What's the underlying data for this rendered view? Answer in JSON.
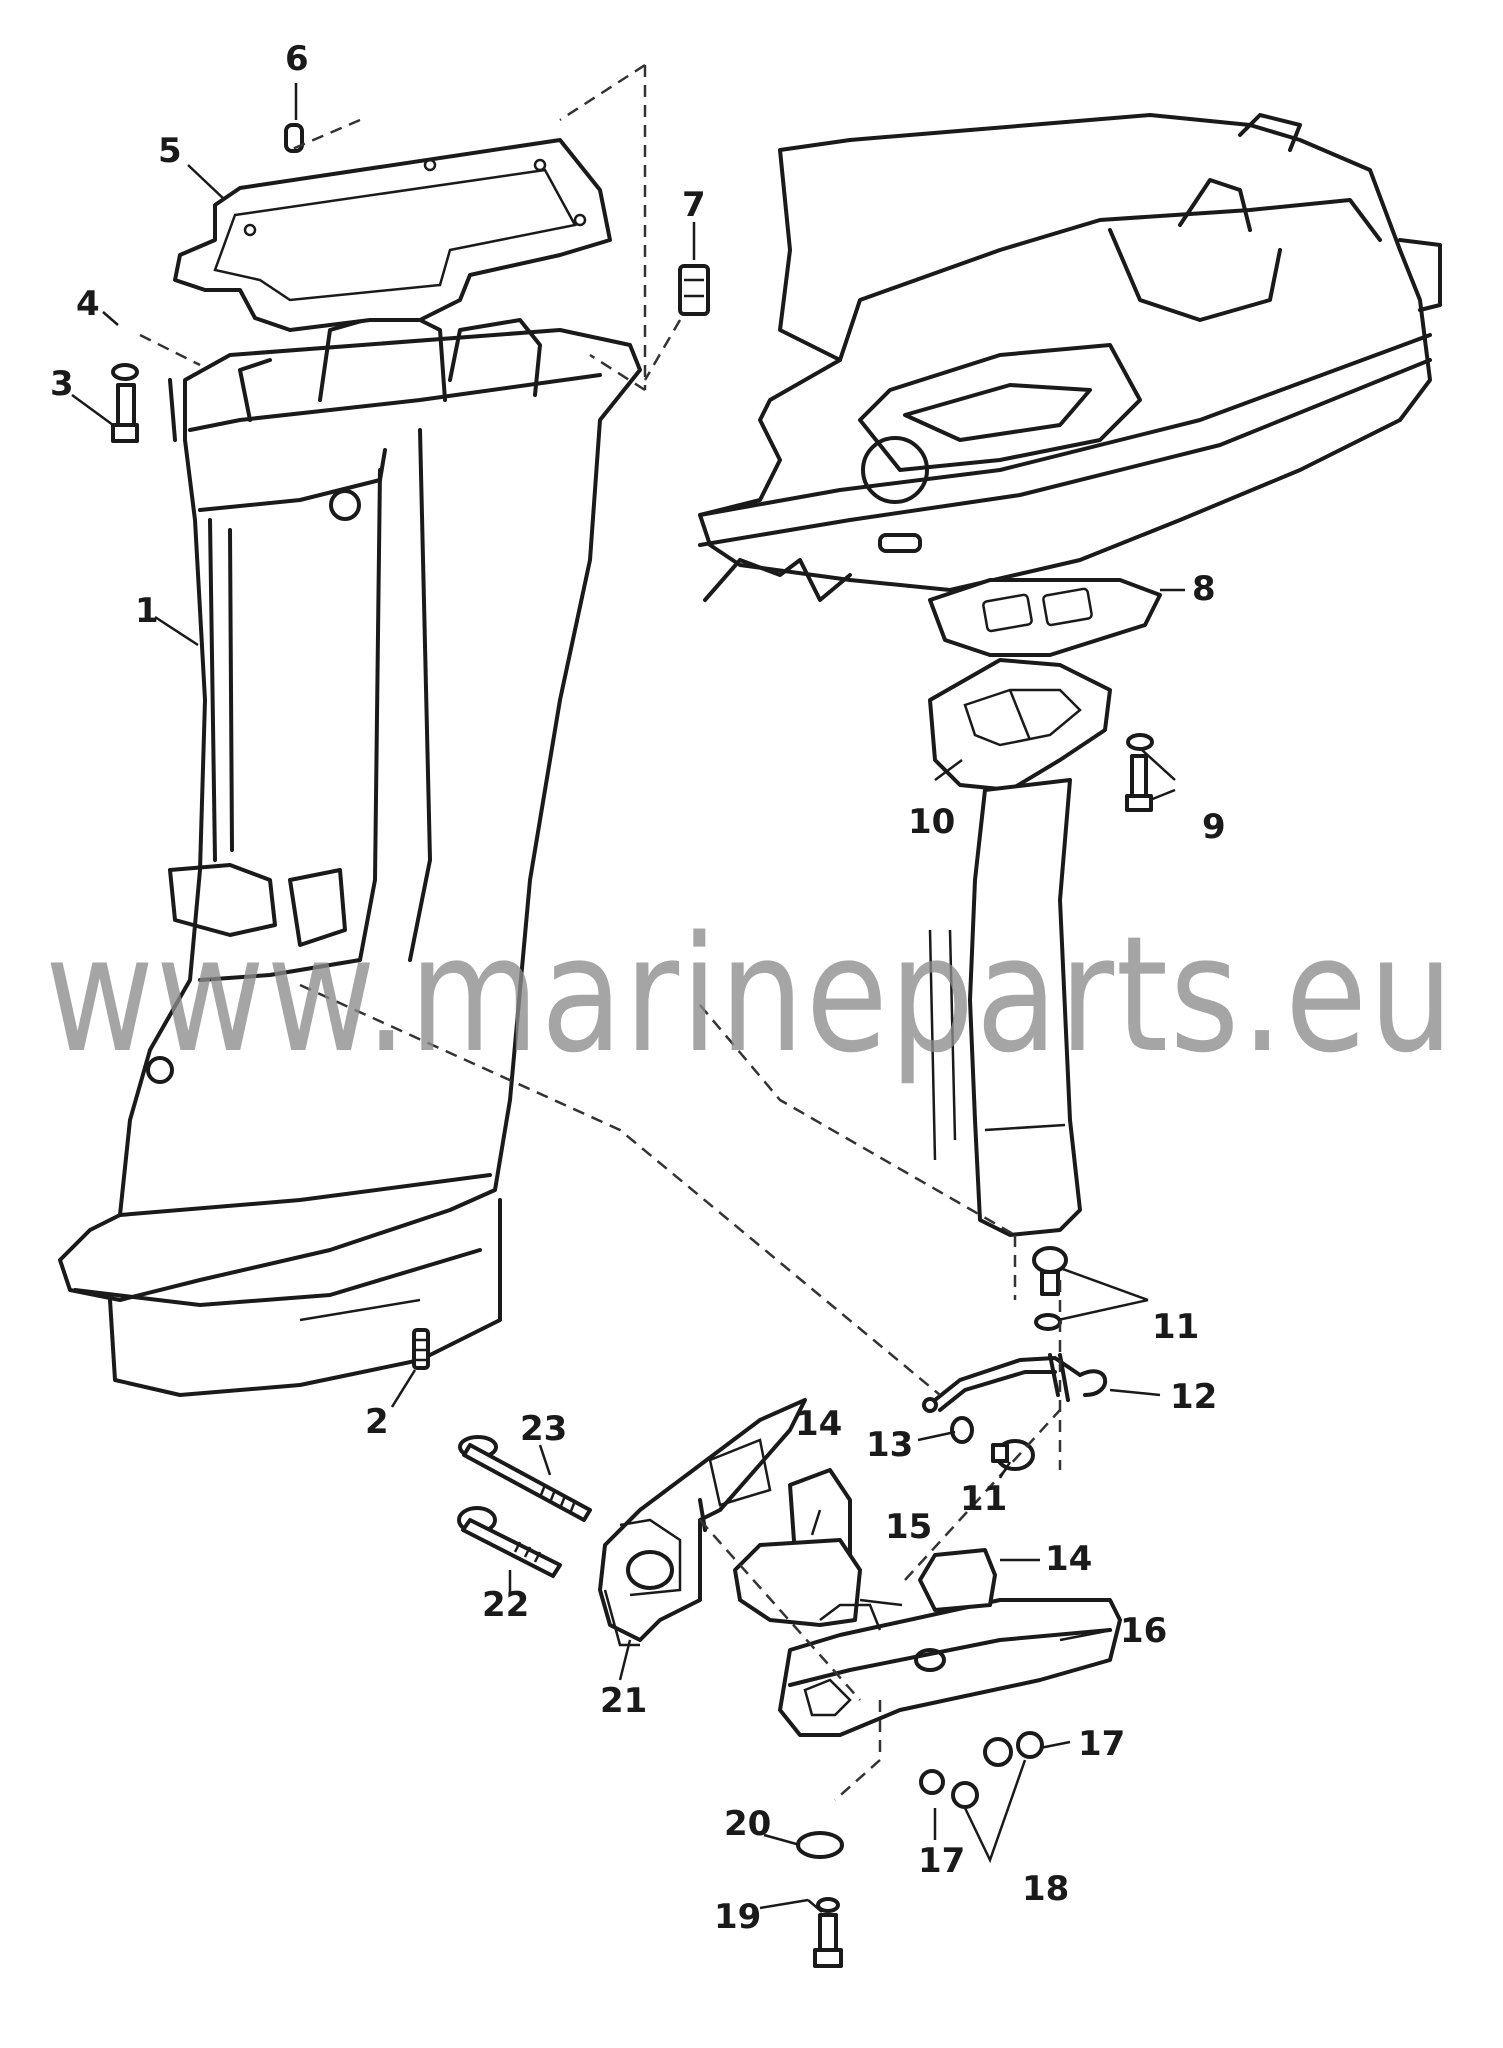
{
  "watermark": "www.marineparts.eu",
  "callouts": [
    "1",
    "2",
    "3",
    "4",
    "5",
    "6",
    "7",
    "8",
    "9",
    "10",
    "11",
    "11",
    "12",
    "13",
    "14",
    "14",
    "15",
    "16",
    "17",
    "17",
    "18",
    "19",
    "20",
    "21",
    "22",
    "23"
  ],
  "colors": {
    "line": "#1a1a1a",
    "watermark": "#8c8c8c",
    "background": "#ffffff"
  }
}
